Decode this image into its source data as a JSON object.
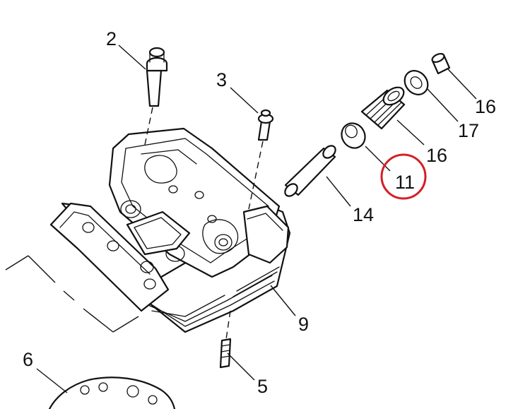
{
  "callouts": {
    "c2": "2",
    "c3": "3",
    "c16a": "16",
    "c17": "17",
    "c16b": "16",
    "c11": "11",
    "c14": "14",
    "c9": "9",
    "c6": "6",
    "c5": "5"
  },
  "highlight": {
    "target": "11",
    "color": "#d32026"
  }
}
